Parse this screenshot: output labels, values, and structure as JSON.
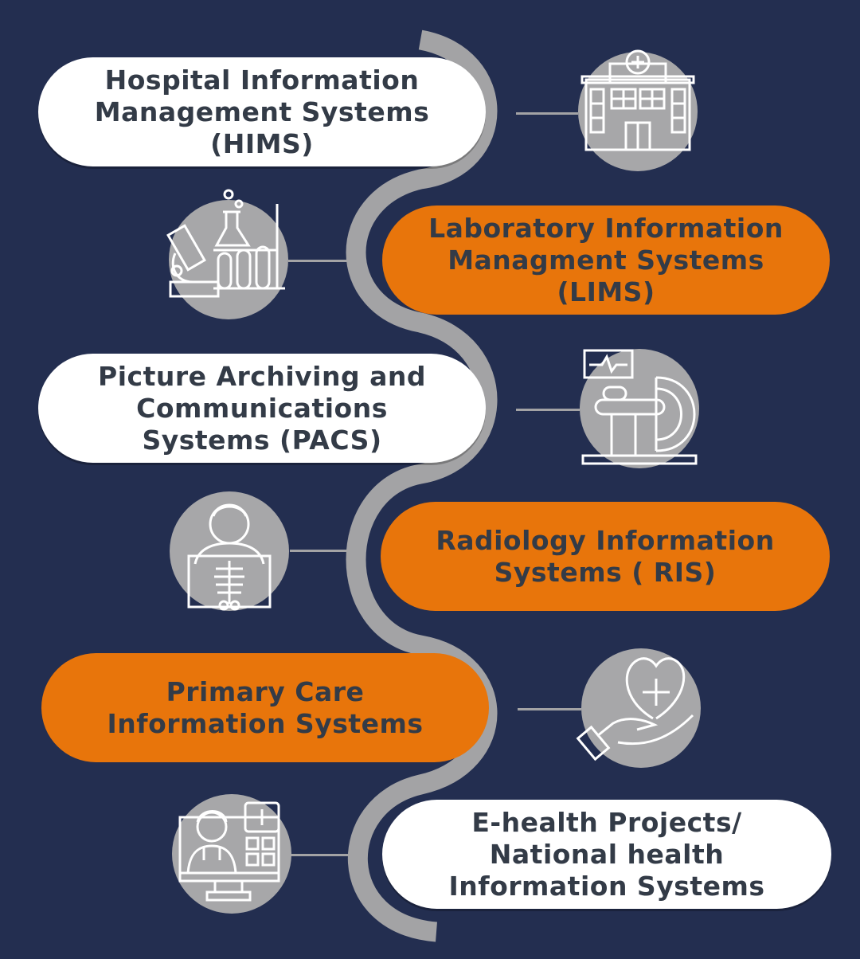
{
  "colors": {
    "background": "#232e50",
    "curve": "#a3a3a5",
    "icon_circle": "#a7a7a9",
    "orange": "#e8750b",
    "white": "#ffffff",
    "text": "#333b47"
  },
  "items": [
    {
      "label": "Hospital Information Management Systems (HIMS)",
      "style": "white",
      "icon": "hospital-icon"
    },
    {
      "label": "Laboratory Information Managment Systems (LIMS)",
      "style": "orange",
      "icon": "laboratory-icon"
    },
    {
      "label": "Picture Archiving and Communications Systems (PACS)",
      "style": "white",
      "icon": "mri-scanner-icon"
    },
    {
      "label": "Radiology Information Systems ( RIS)",
      "style": "orange",
      "icon": "xray-icon"
    },
    {
      "label": "Primary Care Information Systems",
      "style": "orange",
      "icon": "heart-care-icon"
    },
    {
      "label": "E-health Projects/ National health Information Systems",
      "style": "white",
      "icon": "telemedicine-icon"
    }
  ]
}
